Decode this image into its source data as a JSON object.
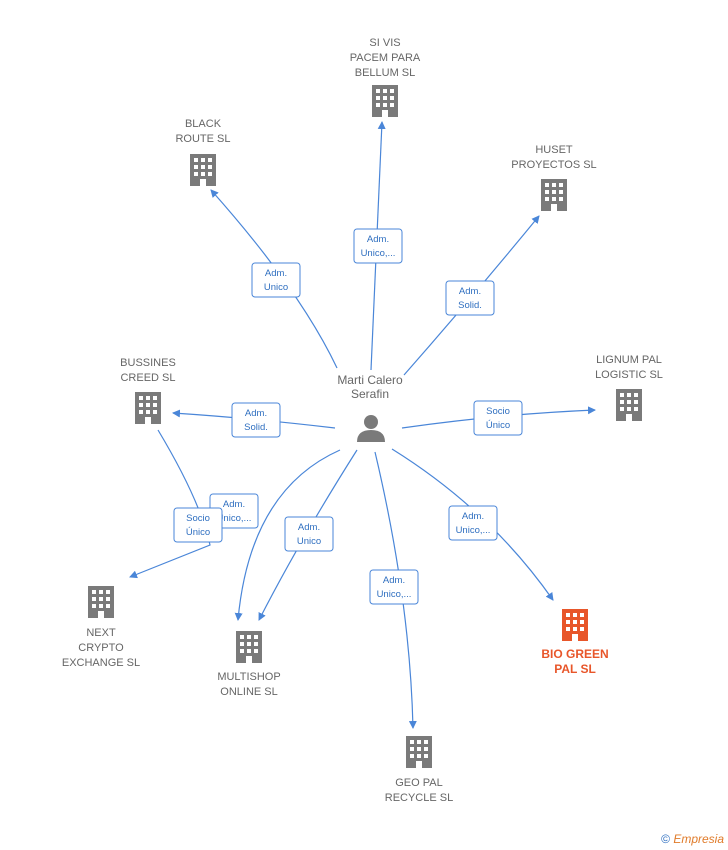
{
  "center": {
    "name_lines": [
      "Marti Calero",
      "Serafin"
    ]
  },
  "colors": {
    "edge": "#4a86d8",
    "building": "#7a7a7a",
    "highlight": "#e8562a"
  },
  "nodes": [
    {
      "id": "si-vis",
      "lines": [
        "SI VIS",
        "PACEM PARA",
        "BELLUM  SL"
      ],
      "highlight": false
    },
    {
      "id": "black-route",
      "lines": [
        "BLACK",
        "ROUTE  SL"
      ],
      "highlight": false
    },
    {
      "id": "huset",
      "lines": [
        "HUSET",
        "PROYECTOS  SL"
      ],
      "highlight": false
    },
    {
      "id": "bussines-creed",
      "lines": [
        "BUSSINES",
        "CREED  SL"
      ],
      "highlight": false
    },
    {
      "id": "lignum",
      "lines": [
        "LIGNUM PAL",
        "LOGISTIC  SL"
      ],
      "highlight": false
    },
    {
      "id": "next-crypto",
      "lines": [
        "NEXT",
        "CRYPTO",
        "EXCHANGE  SL"
      ],
      "highlight": false
    },
    {
      "id": "multishop",
      "lines": [
        "MULTISHOP",
        "ONLINE  SL"
      ],
      "highlight": false
    },
    {
      "id": "bio-green",
      "lines": [
        "BIO GREEN",
        "PAL  SL"
      ],
      "highlight": true
    },
    {
      "id": "geo-pal",
      "lines": [
        "GEO PAL",
        "RECYCLE  SL"
      ],
      "highlight": false
    }
  ],
  "relations": [
    {
      "id": "r-si-vis",
      "lines": [
        "Adm.",
        "Unico,..."
      ]
    },
    {
      "id": "r-black",
      "lines": [
        "Adm.",
        "Unico"
      ]
    },
    {
      "id": "r-huset",
      "lines": [
        "Adm.",
        "Solid."
      ]
    },
    {
      "id": "r-bussines",
      "lines": [
        "Adm.",
        "Solid."
      ]
    },
    {
      "id": "r-lignum",
      "lines": [
        "Socio",
        "Único"
      ]
    },
    {
      "id": "r-multi1",
      "lines": [
        "Adm.",
        "Unico,..."
      ]
    },
    {
      "id": "r-next",
      "lines": [
        "Socio",
        "Único"
      ]
    },
    {
      "id": "r-multi2",
      "lines": [
        "Adm.",
        "Unico"
      ]
    },
    {
      "id": "r-geo",
      "lines": [
        "Adm.",
        "Unico,..."
      ]
    },
    {
      "id": "r-bio",
      "lines": [
        "Adm.",
        "Unico,..."
      ]
    }
  ],
  "footer": {
    "copyright": "©",
    "brand": "Empresia"
  }
}
